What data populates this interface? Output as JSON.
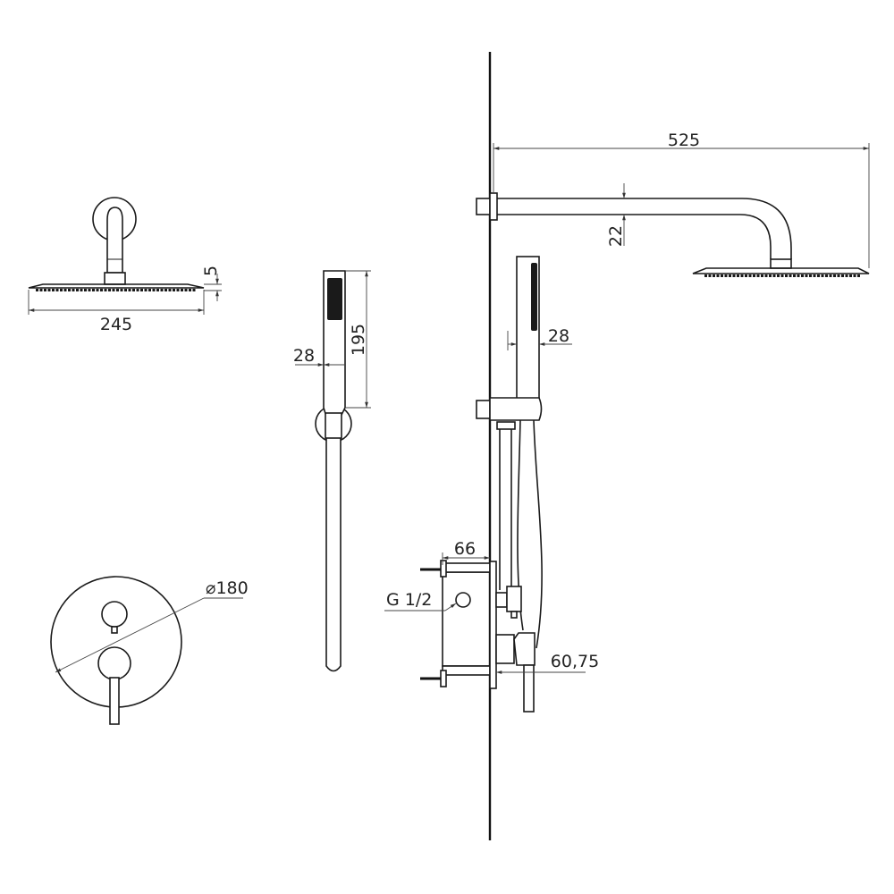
{
  "dimensions": {
    "arm_length": "525",
    "arm_height": "22",
    "handshower_side_width": "28",
    "handshower_front_width": "28",
    "handshower_length": "195",
    "head_thickness": "5",
    "head_width": "245",
    "escutcheon_diameter": "⌀180",
    "box_depth": "66",
    "inlet_thread": "G 1/2",
    "mixer_projection": "60,75"
  }
}
